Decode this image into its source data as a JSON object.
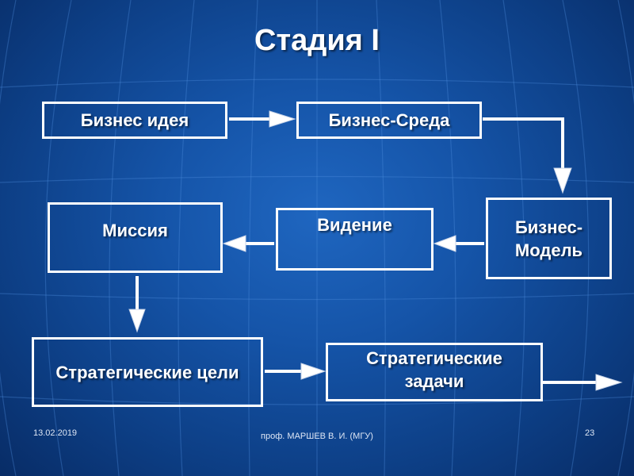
{
  "title": "Стадия I",
  "boxes": {
    "business_idea": "Бизнес идея",
    "business_env": "Бизнес-Среда",
    "business_model": "Бизнес-\nМодель",
    "vision": "Видение",
    "mission": "Миссия",
    "strategic_goals": "Стратегические цели",
    "strategic_tasks": "Стратегические задачи"
  },
  "footer": {
    "date": "13.02.2019",
    "author": "проф. МАРШЕВ В. И. (МГУ)",
    "page": "23"
  }
}
